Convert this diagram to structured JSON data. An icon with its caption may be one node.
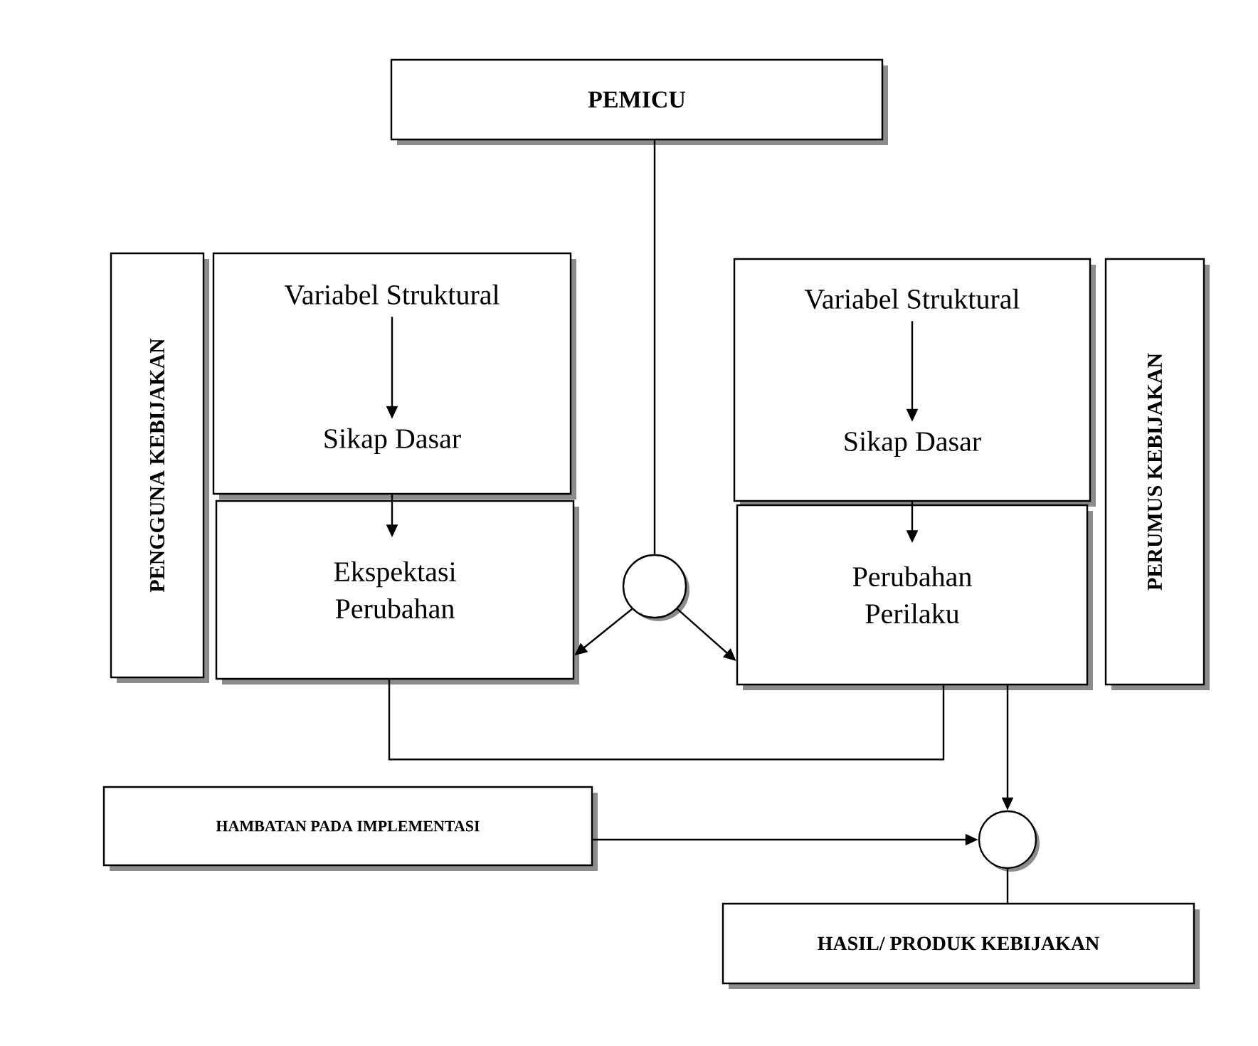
{
  "diagram": {
    "nodes": [
      {
        "text": [
          "PEMICU"
        ]
      },
      {
        "text": [
          "PENGGUNA KEBIJAKAN"
        ]
      },
      {
        "text": [],
        "shape": "box"
      },
      {
        "text": [
          "Variabel Struktural"
        ],
        "in": 2
      },
      {
        "text": [
          "Sikap Dasar"
        ],
        "in": 2
      },
      {
        "text": [
          "Ekspektasi Perubahan"
        ]
      },
      {
        "text": [],
        "shape": "box"
      },
      {
        "text": [
          "Variabel Struktural"
        ],
        "in": 6
      },
      {
        "text": [
          "Sikap Dasar"
        ],
        "in": 6
      },
      {
        "text": [
          "Perubahan Perilaku"
        ]
      },
      {
        "text": [
          "PERUMUS KEBIJAKAN"
        ]
      },
      {
        "text": [],
        "shape": "circle"
      },
      {
        "text": [
          "HAMBATAN PADA IMPLEMENTASI"
        ]
      },
      {
        "text": [],
        "shape": "circle"
      },
      {
        "text": [
          "HASIL/ PRODUK KEBIJAKAN"
        ]
      }
    ],
    "edges": [
      {
        "from": 3,
        "to": 4,
        "arrow": "to"
      },
      {
        "from": 2,
        "to": 5,
        "arrow": "to"
      },
      {
        "from": 7,
        "to": 8,
        "arrow": "to"
      },
      {
        "from": 6,
        "to": 9,
        "arrow": "to"
      },
      {
        "from": 0,
        "to": 11,
        "arrow": "none"
      },
      {
        "from": 11,
        "to": 5,
        "arrow": "to"
      },
      {
        "from": 11,
        "to": 9,
        "arrow": "to"
      },
      {
        "from": 5,
        "to": 9,
        "arrow": "none"
      },
      {
        "from": 9,
        "to": 13,
        "arrow": "to"
      },
      {
        "from": 12,
        "to": 13,
        "arrow": "to"
      },
      {
        "from": 13,
        "to": 14,
        "arrow": "none"
      }
    ]
  }
}
